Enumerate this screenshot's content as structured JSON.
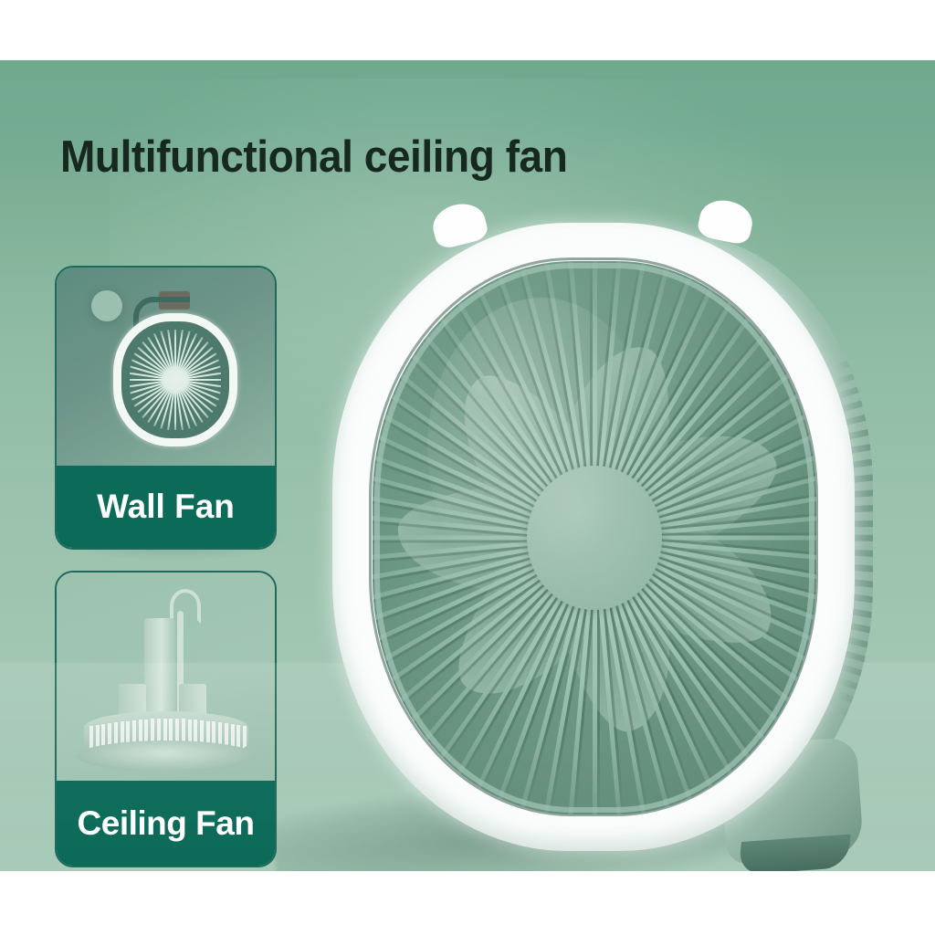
{
  "header": {
    "title": "Multifunctional ceiling fan",
    "title_color": "#16281f"
  },
  "theme": {
    "background_top": "#6fa98e",
    "background_bottom": "#a9cab8",
    "card_border": "#1d6a5c",
    "caption_bg": "#0c6a59",
    "caption_text": "#ffffff",
    "product_white": "#fbfdfc",
    "product_green": "#7ea894"
  },
  "feature_cards": [
    {
      "id": "wall-fan",
      "caption": "Wall Fan",
      "image_alt": "wall-mounted fan"
    },
    {
      "id": "ceiling-fan",
      "caption": "Ceiling Fan",
      "image_alt": "hanging ceiling fan with hook"
    }
  ],
  "product": {
    "name": "ceiling fan",
    "alt": "large green portable fan with white circular frame"
  }
}
